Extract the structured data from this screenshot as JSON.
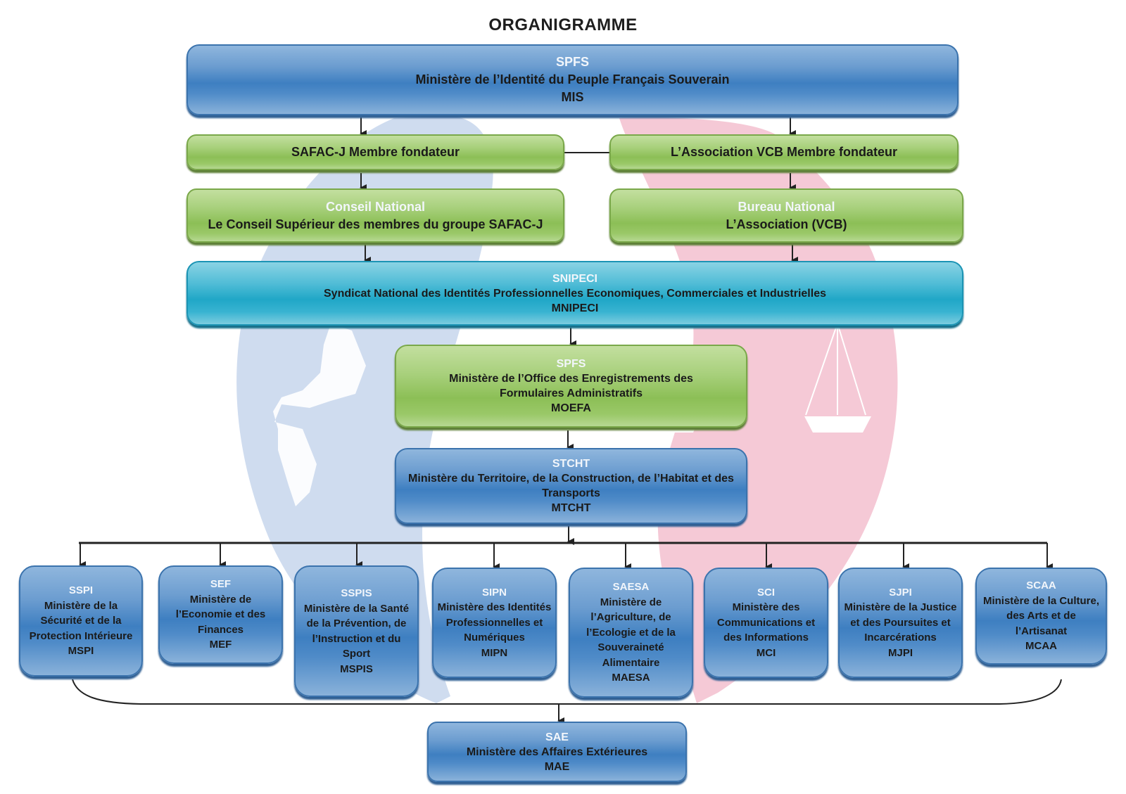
{
  "title": "ORGANIGRAMME",
  "colors": {
    "blue_box": "#4f8bc8",
    "green_box": "#9ac868",
    "teal_box": "#2aaecb",
    "watermark_blue": "#cfdcef",
    "watermark_pink": "#f5c9d6",
    "connector": "#222222"
  },
  "top": {
    "acronym": "SPFS",
    "name": "Ministère de l’Identité du Peuple Français Souverain",
    "code": "MIS"
  },
  "founders": {
    "left": "SAFAC-J  Membre fondateur",
    "right": "L’Association VCB Membre fondateur"
  },
  "councils": {
    "left": {
      "heading": "Conseil National",
      "name": "Le Conseil Supérieur des membres du groupe SAFAC-J"
    },
    "right": {
      "heading": "Bureau National",
      "name": "L’Association (VCB)"
    }
  },
  "syndicate": {
    "acronym": "SNIPECI",
    "name": "Syndicat National des Identités Professionnelles Economiques, Commerciales et Industrielles",
    "code": "MNIPECI"
  },
  "office": {
    "acronym": "SPFS",
    "name": "Ministère de l’Office des Enregistrements des Formulaires Administratifs",
    "code": "MOEFA"
  },
  "territory": {
    "acronym": "STCHT",
    "name": "Ministère du Territoire, de la Construction, de l’Habitat et des Transports",
    "code": "MTCHT"
  },
  "ministries": [
    {
      "acronym": "SSPI",
      "name": "Ministère de la Sécurité et de la Protection Intérieure",
      "code": "MSPI"
    },
    {
      "acronym": "SEF",
      "name": "Ministère de l’Economie et des Finances",
      "code": "MEF"
    },
    {
      "acronym": "SSPIS",
      "name": "Ministère de la Santé de la Prévention, de l’Instruction et du Sport",
      "code": "MSPIS"
    },
    {
      "acronym": "SIPN",
      "name": "Ministère des Identités Professionnelles et Numériques",
      "code": "MIPN"
    },
    {
      "acronym": "SAESA",
      "name": "Ministère de l’Agriculture, de l’Ecologie et de la Souveraineté Alimentaire",
      "code": "MAESA"
    },
    {
      "acronym": "SCI",
      "name": "Ministère des Communications et des Informations",
      "code": "MCI"
    },
    {
      "acronym": "SJPI",
      "name": "Ministère de la Justice et des Poursuites et Incarcérations",
      "code": "MJPI"
    },
    {
      "acronym": "SCAA",
      "name": "Ministère de la Culture, des Arts et de l’Artisanat",
      "code": "MCAA"
    }
  ],
  "external": {
    "acronym": "SAE",
    "name": "Ministère des Affaires Extérieures",
    "code": "MAE"
  }
}
